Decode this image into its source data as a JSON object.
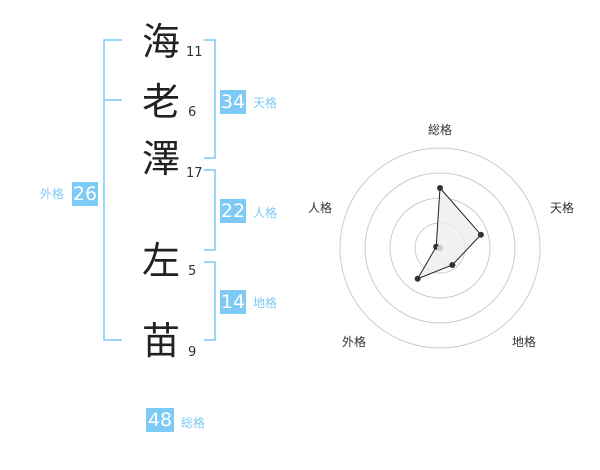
{
  "name": {
    "chars": [
      {
        "char": "海",
        "strokes": "11"
      },
      {
        "char": "老",
        "strokes": "6"
      },
      {
        "char": "澤",
        "strokes": "17"
      },
      {
        "char": "左",
        "strokes": "5"
      },
      {
        "char": "苗",
        "strokes": "9"
      }
    ]
  },
  "fortunes": {
    "tenkaku": {
      "value": "34",
      "label": "天格"
    },
    "jinkaku": {
      "value": "22",
      "label": "人格"
    },
    "chikaku": {
      "value": "14",
      "label": "地格"
    },
    "gaikaku": {
      "value": "26",
      "label": "外格"
    },
    "soukaku": {
      "value": "48",
      "label": "総格"
    }
  },
  "colors": {
    "accent": "#7ccaf5",
    "text": "#222222",
    "ring": "#cccccc",
    "polygon_fill": "#eeeeee"
  },
  "chart_data": {
    "type": "radar",
    "axes": [
      "総格",
      "天格",
      "地格",
      "外格",
      "人格"
    ],
    "values": [
      0.6,
      0.43,
      0.21,
      0.38,
      0.04
    ],
    "rings": 4
  }
}
